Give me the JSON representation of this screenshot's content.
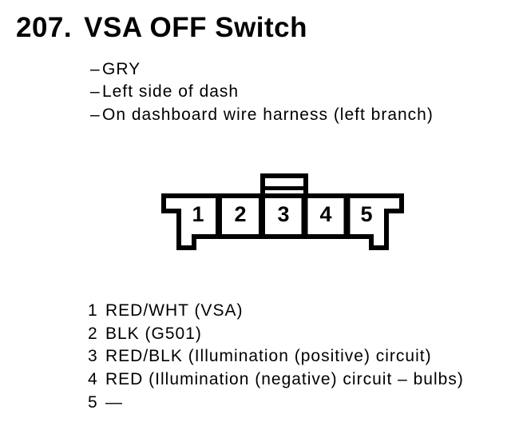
{
  "page": {
    "background": "#ffffff",
    "ink": "#000000"
  },
  "header": {
    "index": "207.",
    "title": "VSA OFF Switch"
  },
  "details": {
    "dash": "–",
    "items": [
      "GRY",
      "Left side of dash",
      "On dashboard wire harness (left branch)"
    ]
  },
  "connector": {
    "pins": [
      "1",
      "2",
      "3",
      "4",
      "5"
    ]
  },
  "pinout": {
    "rows": [
      {
        "pin": "1",
        "desc": "RED/WHT (VSA)"
      },
      {
        "pin": "2",
        "desc": "BLK (G501)"
      },
      {
        "pin": "3",
        "desc": "RED/BLK (Illumination (positive) circuit)"
      },
      {
        "pin": "4",
        "desc": "RED (Illumination (negative) circuit – bulbs)"
      },
      {
        "pin": "5",
        "desc": "—"
      }
    ]
  }
}
